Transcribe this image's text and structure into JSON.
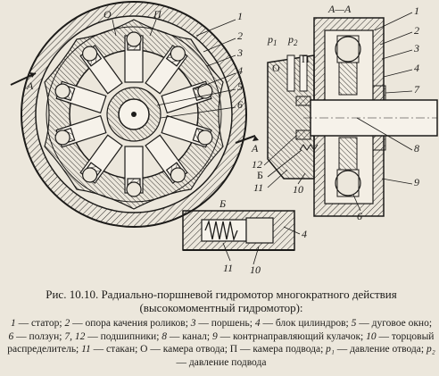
{
  "figure": {
    "labels_left": {
      "O": "О",
      "P": "П",
      "n1": "1",
      "n2": "2",
      "n3": "3",
      "n4": "4",
      "n5": "5",
      "n6": "6",
      "A_left": "A",
      "A_right": "A"
    },
    "labels_section": {
      "title": "A—A",
      "p1": "p",
      "p1_sub": "1",
      "p2": "p",
      "p2_sub": "2",
      "O": "O",
      "P": "П",
      "n1": "1",
      "n2": "2",
      "n3": "3",
      "n4": "4",
      "n7": "7",
      "n8": "8",
      "n9": "9",
      "n12": "12",
      "B": "Б",
      "n11": "11",
      "n10": "10",
      "n6": "6"
    },
    "labels_detail": {
      "B": "Б",
      "n4": "4",
      "n11": "11",
      "n10": "10"
    }
  },
  "caption": {
    "line1": "Рис. 10.10. Радиально-поршневой гидромотор многократного действия",
    "line2": "(высокомоментный гидромотор):"
  },
  "legend": [
    {
      "num": "1",
      "text": " — статор; "
    },
    {
      "num": "2",
      "text": " — опора качения роликов; "
    },
    {
      "num": "3",
      "text": " — поршень; "
    },
    {
      "num": "4",
      "text": " — блок цилиндров; "
    },
    {
      "num": "5",
      "text": " — дуговое окно; "
    },
    {
      "num": "6",
      "text": " — ползун; "
    },
    {
      "num": "7, 12",
      "text": " — подшипники; "
    },
    {
      "num": "8",
      "text": " — канал; "
    },
    {
      "num": "9",
      "text": " — контрнаправляющий кулачок; "
    },
    {
      "num": "10",
      "text": " — торцовый распределитель; "
    },
    {
      "num": "11",
      "text": " — стакан; О — камера отвода; П — камера подвода; "
    },
    {
      "num": "p₁",
      "text": " — давление отвода; "
    },
    {
      "num": "p₂",
      "text": " — давление подвода"
    }
  ]
}
